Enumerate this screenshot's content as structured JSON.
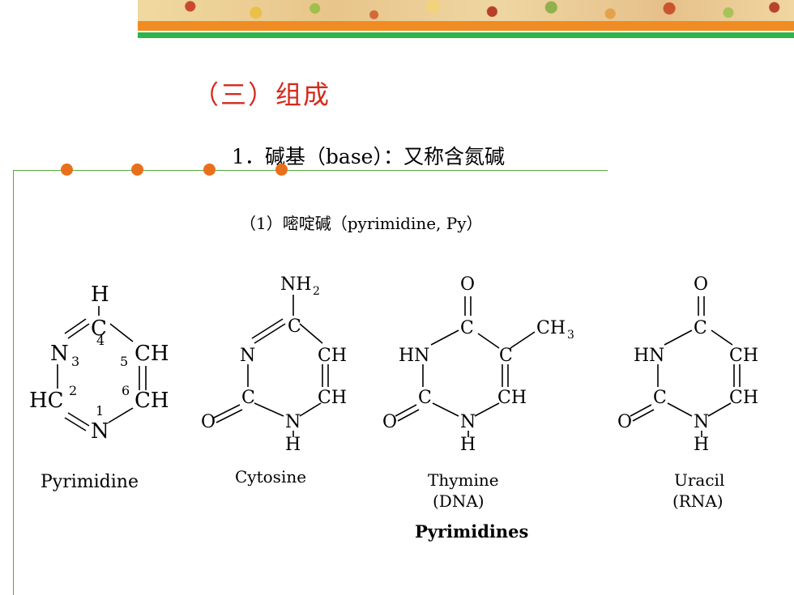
{
  "slide": {
    "title": "（三）组成",
    "subtitle": "1．碱基（base）：又称含氮碱",
    "section": "（1）嘧啶碱（pyrimidine, Py）"
  },
  "molecules": [
    {
      "name": "Pyrimidine",
      "note": ""
    },
    {
      "name": "Cytosine",
      "note": ""
    },
    {
      "name": "Thymine",
      "note": "(DNA)"
    },
    {
      "name": "Uracil",
      "note": "(RNA)"
    }
  ],
  "group_caption": "Pyrimidines",
  "atoms": {
    "H": "H",
    "C": "C",
    "N": "N",
    "CH": "CH",
    "HC": "HC",
    "HN": "HN",
    "O": "O",
    "NH": "NH",
    "CH3": "CH",
    "sub2": "2",
    "sub3": "3"
  },
  "ring_numbers": [
    "1",
    "2",
    "3",
    "4",
    "5",
    "6"
  ],
  "colors": {
    "title": "#d42a1c",
    "frame_line": "#5aa83c",
    "dot": "#ea6f1c",
    "banner_orange": "#f08c24",
    "banner_green": "#2db44a"
  }
}
